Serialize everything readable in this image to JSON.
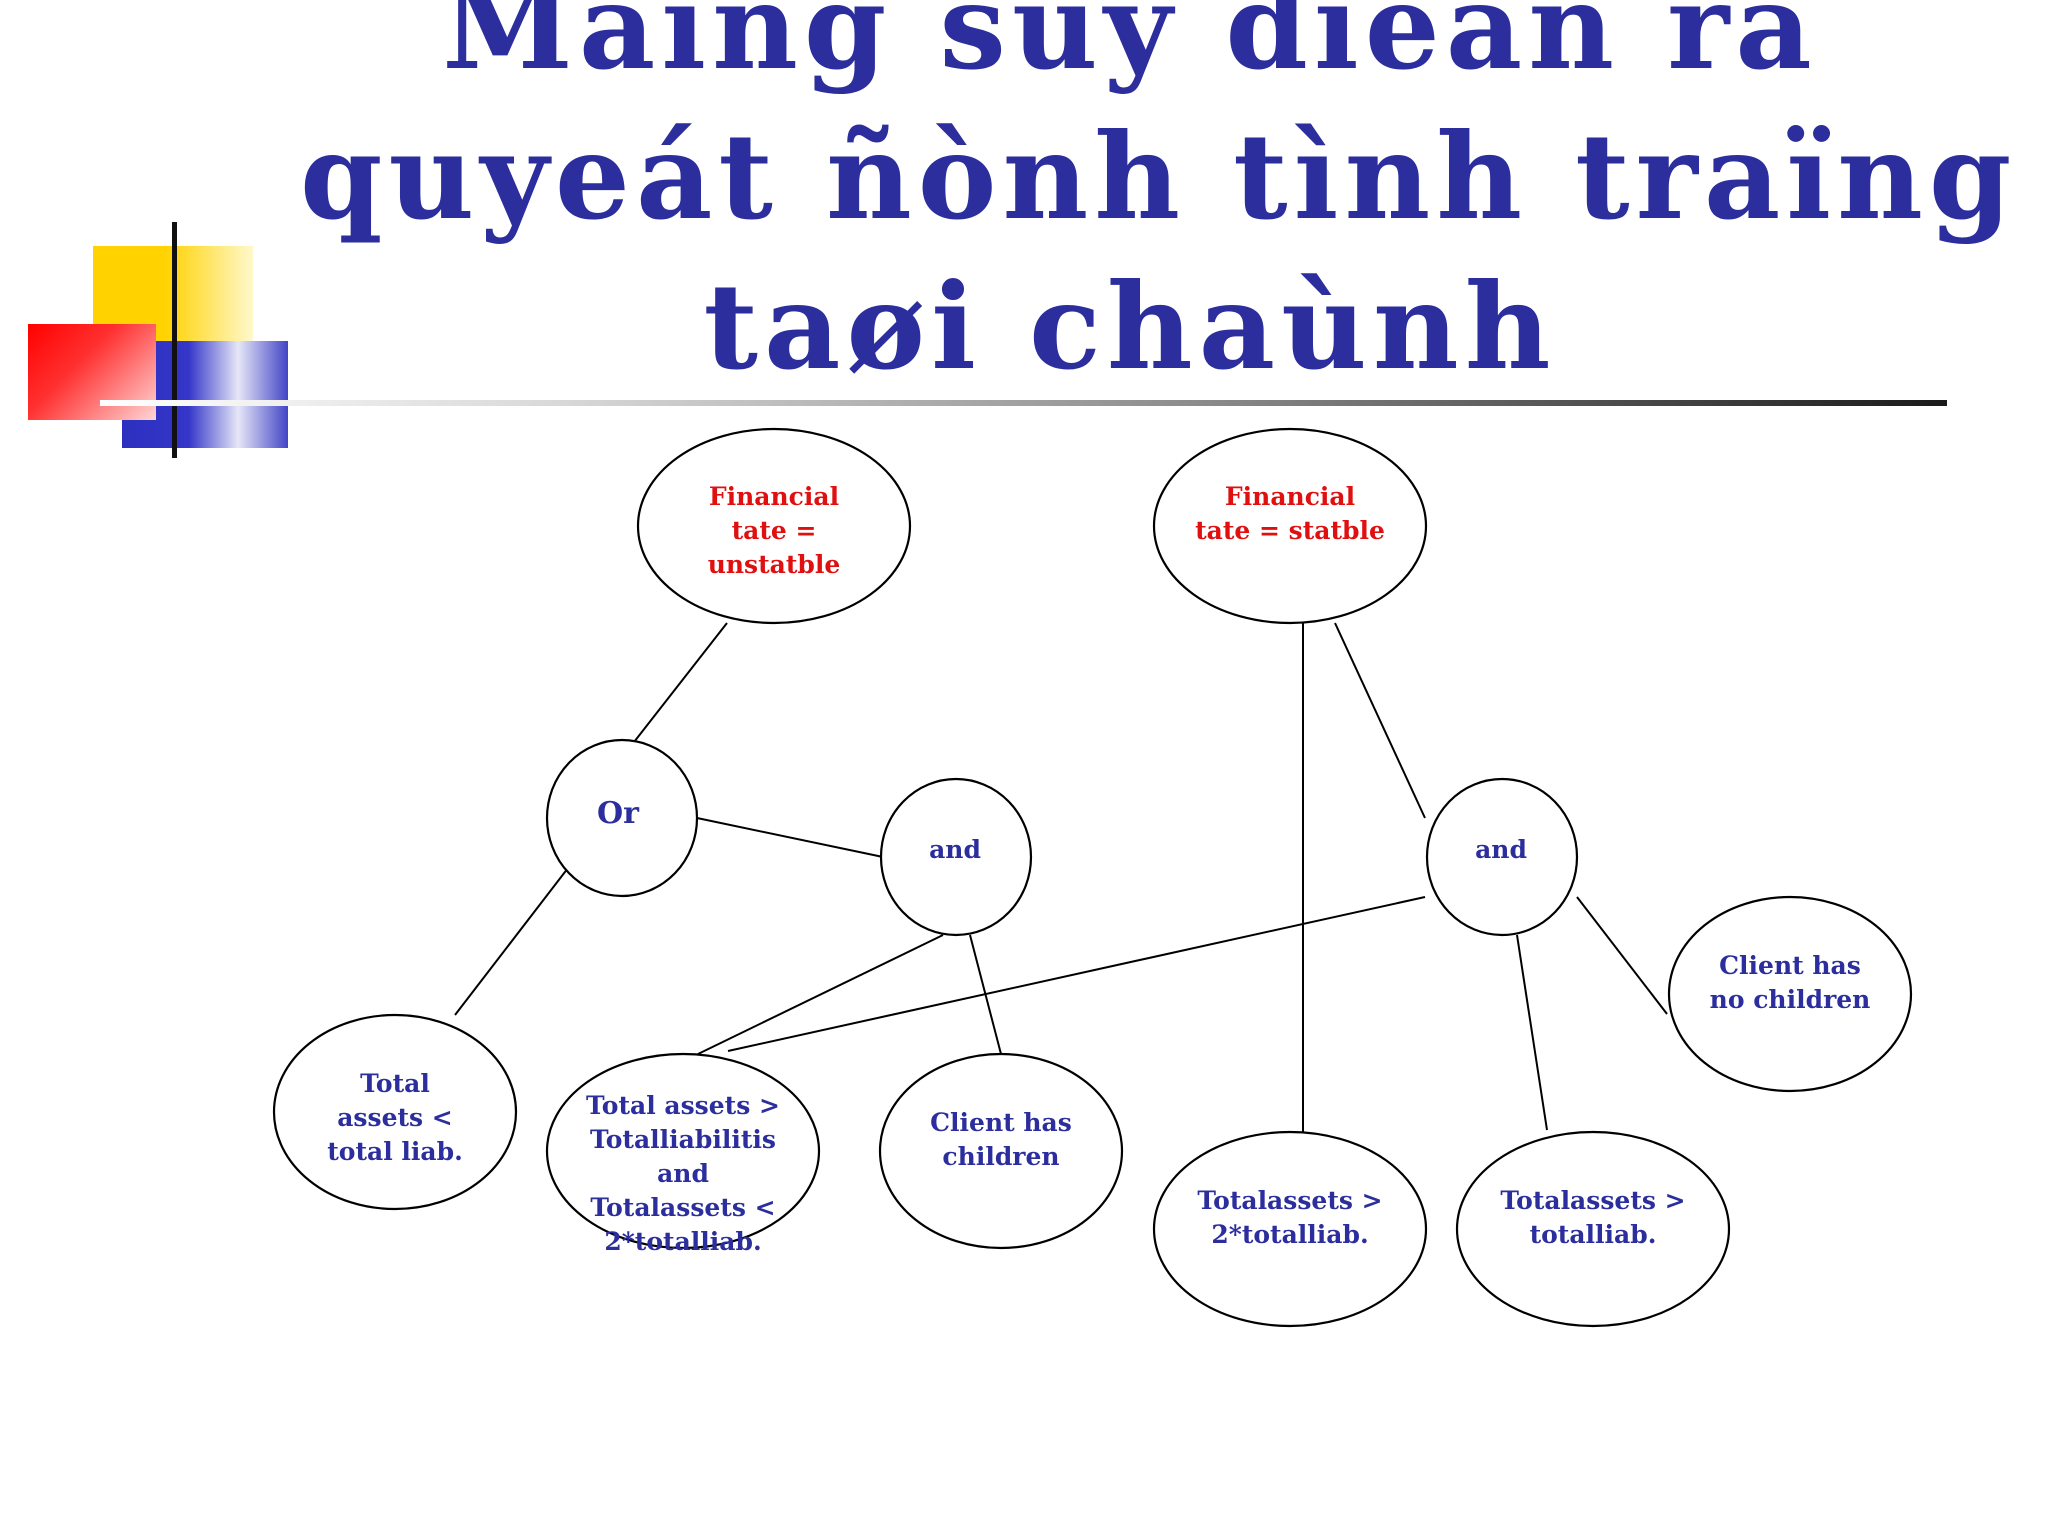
{
  "title": {
    "lines": [
      "Maïng suy dieãn ra",
      "quyeát ñònh tình traïng",
      "taøi chaùnh"
    ]
  },
  "colors": {
    "title": "#2b2e9c",
    "node_text": "#2b2e9c",
    "goal_text": "#e01010"
  },
  "diagram": {
    "nodes": {
      "fin_unstable": {
        "label": "Financial\ntate =\nunstatble"
      },
      "fin_stable": {
        "label": "Financial\ntate = statble"
      },
      "or_node": {
        "label": "Or"
      },
      "and_left": {
        "label": "and"
      },
      "and_right": {
        "label": "and"
      },
      "total_assets_lt": {
        "label": "Total\nassets <\ntotal liab."
      },
      "assets_between": {
        "label": "Total assets >\nTotalliabilitis\nand\nTotalassets <\n2*totalliab."
      },
      "client_has_children": {
        "label": "Client has\nchildren"
      },
      "assets_gt_2x": {
        "label": "Totalassets >\n2*totalliab."
      },
      "assets_gt_liab": {
        "label": "Totalassets >\ntotalliab."
      },
      "client_no_children": {
        "label": "Client has\nno children"
      }
    }
  }
}
